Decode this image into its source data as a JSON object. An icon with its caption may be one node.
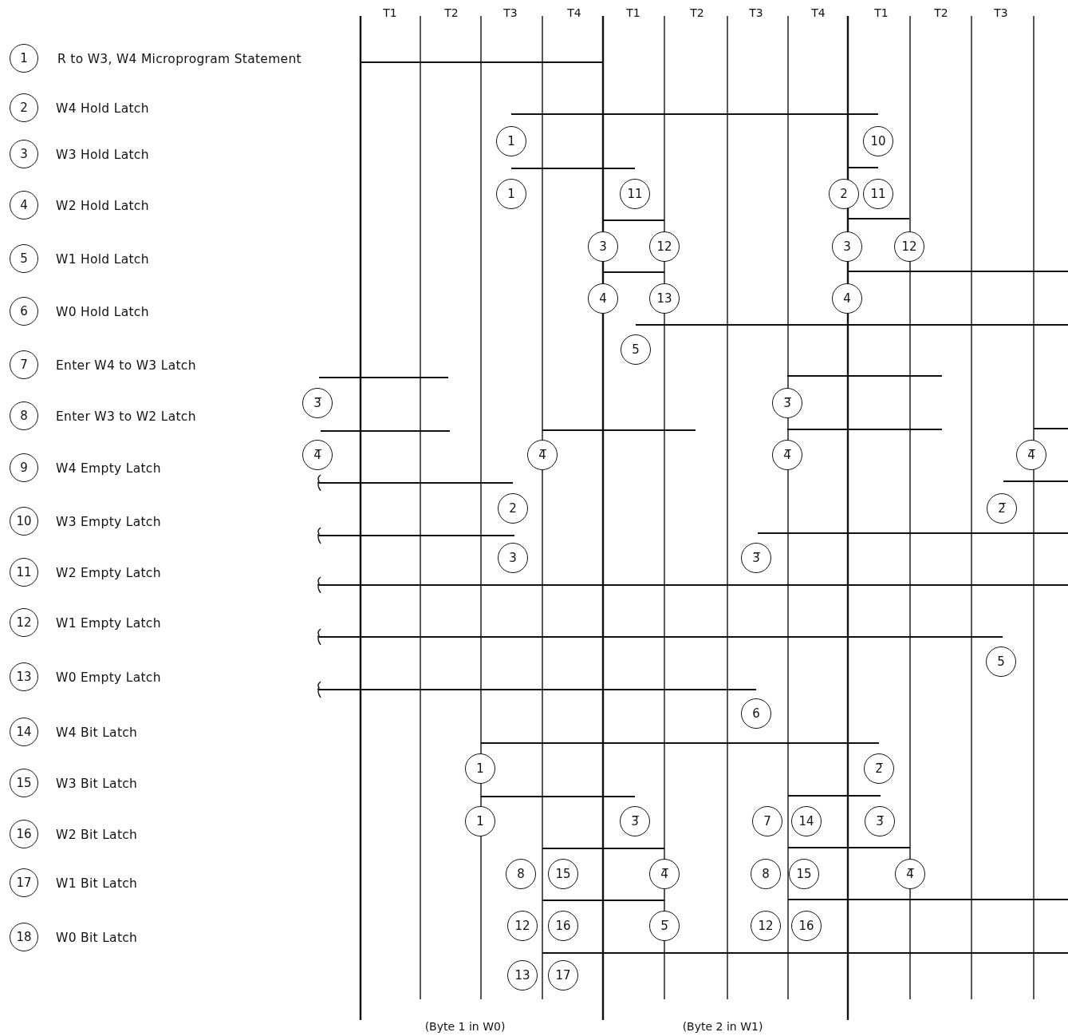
{
  "diagram": {
    "nodes": [
      {
        "text": [
          "1"
        ],
        "beside": [
          "R to W3, W4 Microprogram Statement"
        ]
      },
      {
        "text": [
          "2"
        ],
        "beside": [
          "W4 Hold Latch"
        ]
      },
      {
        "text": [
          "3"
        ],
        "beside": [
          "W3 Hold Latch"
        ]
      },
      {
        "text": [
          "4"
        ],
        "beside": [
          "W2 Hold Latch"
        ]
      },
      {
        "text": [
          "5"
        ],
        "beside": [
          "W1 Hold Latch"
        ]
      },
      {
        "text": [
          "6"
        ],
        "beside": [
          "W0 Hold Latch"
        ]
      },
      {
        "text": [
          "7"
        ],
        "beside": [
          "Enter W4 to W3 Latch"
        ]
      },
      {
        "text": [
          "8"
        ],
        "beside": [
          "Enter W3 to W2 Latch"
        ]
      },
      {
        "text": [
          "9"
        ],
        "beside": [
          "W4 Empty Latch"
        ]
      },
      {
        "text": [
          "10"
        ],
        "beside": [
          "W3 Empty Latch"
        ]
      },
      {
        "text": [
          "11"
        ],
        "beside": [
          "W2 Empty Latch"
        ]
      },
      {
        "text": [
          "12"
        ],
        "beside": [
          "W1 Empty Latch"
        ]
      },
      {
        "text": [
          "13"
        ],
        "beside": [
          "W0 Empty Latch"
        ]
      },
      {
        "text": [
          "14"
        ],
        "beside": [
          "W4 Bit Latch"
        ]
      },
      {
        "text": [
          "15"
        ],
        "beside": [
          "W3 Bit Latch"
        ]
      },
      {
        "text": [
          "16"
        ],
        "beside": [
          "W2 Bit Latch"
        ]
      },
      {
        "text": [
          "17"
        ],
        "beside": [
          "W1 Bit Latch"
        ]
      },
      {
        "text": [
          "18"
        ],
        "beside": [
          "W0 Bit Latch"
        ]
      },
      {
        "text": [
          "1"
        ]
      },
      {
        "text": [
          "10"
        ]
      },
      {
        "text": [
          "1"
        ]
      },
      {
        "text": [
          "11"
        ]
      },
      {
        "text": [
          "2"
        ]
      },
      {
        "text": [
          "11"
        ]
      },
      {
        "text": [
          "3"
        ]
      },
      {
        "text": [
          "12"
        ]
      },
      {
        "text": [
          "3"
        ]
      },
      {
        "text": [
          "12"
        ]
      },
      {
        "text": [
          "4"
        ]
      },
      {
        "text": [
          "13"
        ]
      },
      {
        "text": [
          "4"
        ]
      },
      {
        "text": [
          "5"
        ]
      },
      {
        "text": [
          "3̅"
        ]
      },
      {
        "text": [
          "3̅"
        ]
      },
      {
        "text": [
          "4̅"
        ]
      },
      {
        "text": [
          "4̅"
        ]
      },
      {
        "text": [
          "4̅"
        ]
      },
      {
        "text": [
          "4̅"
        ]
      },
      {
        "text": [
          "2"
        ]
      },
      {
        "text": [
          "2̅"
        ]
      },
      {
        "text": [
          "3"
        ]
      },
      {
        "text": [
          "3̅"
        ]
      },
      {
        "text": [
          "5"
        ]
      },
      {
        "text": [
          "6"
        ]
      },
      {
        "text": [
          "1"
        ]
      },
      {
        "text": [
          "2̅"
        ]
      },
      {
        "text": [
          "1"
        ]
      },
      {
        "text": [
          "3̅"
        ]
      },
      {
        "text": [
          "7"
        ]
      },
      {
        "text": [
          "14"
        ]
      },
      {
        "text": [
          "3̅"
        ]
      },
      {
        "text": [
          "8"
        ]
      },
      {
        "text": [
          "15"
        ]
      },
      {
        "text": [
          "4̅"
        ]
      },
      {
        "text": [
          "8"
        ]
      },
      {
        "text": [
          "15"
        ]
      },
      {
        "text": [
          "4̅"
        ]
      },
      {
        "text": [
          "12"
        ]
      },
      {
        "text": [
          "16"
        ]
      },
      {
        "text": [
          "5̅"
        ]
      },
      {
        "text": [
          "12"
        ]
      },
      {
        "text": [
          "16"
        ]
      },
      {
        "text": [
          "13"
        ]
      },
      {
        "text": [
          "17"
        ]
      }
    ],
    "edges": [],
    "labels": [
      "T1",
      "T2",
      "T3",
      "T4",
      "T1",
      "T2",
      "T3",
      "T4",
      "T1",
      "T2",
      "T3",
      "(Byte 1 in W0)",
      "(Byte 2 in W1)"
    ]
  }
}
